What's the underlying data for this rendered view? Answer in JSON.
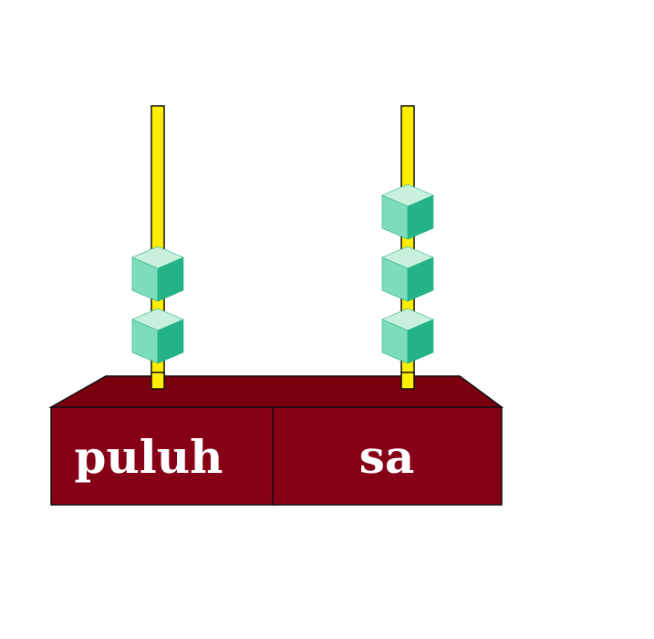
{
  "abacus": {
    "colors": {
      "base_top": "#7a0010",
      "base_front": "#860016",
      "outline": "#111111",
      "rod": "#ffee00",
      "bead_top": "#c8f0dc",
      "bead_left": "#7cdcbc",
      "bead_right": "#23b386"
    },
    "places": [
      {
        "label": "puluh",
        "beads": 2
      },
      {
        "label": "sa",
        "beads": 3
      }
    ]
  }
}
